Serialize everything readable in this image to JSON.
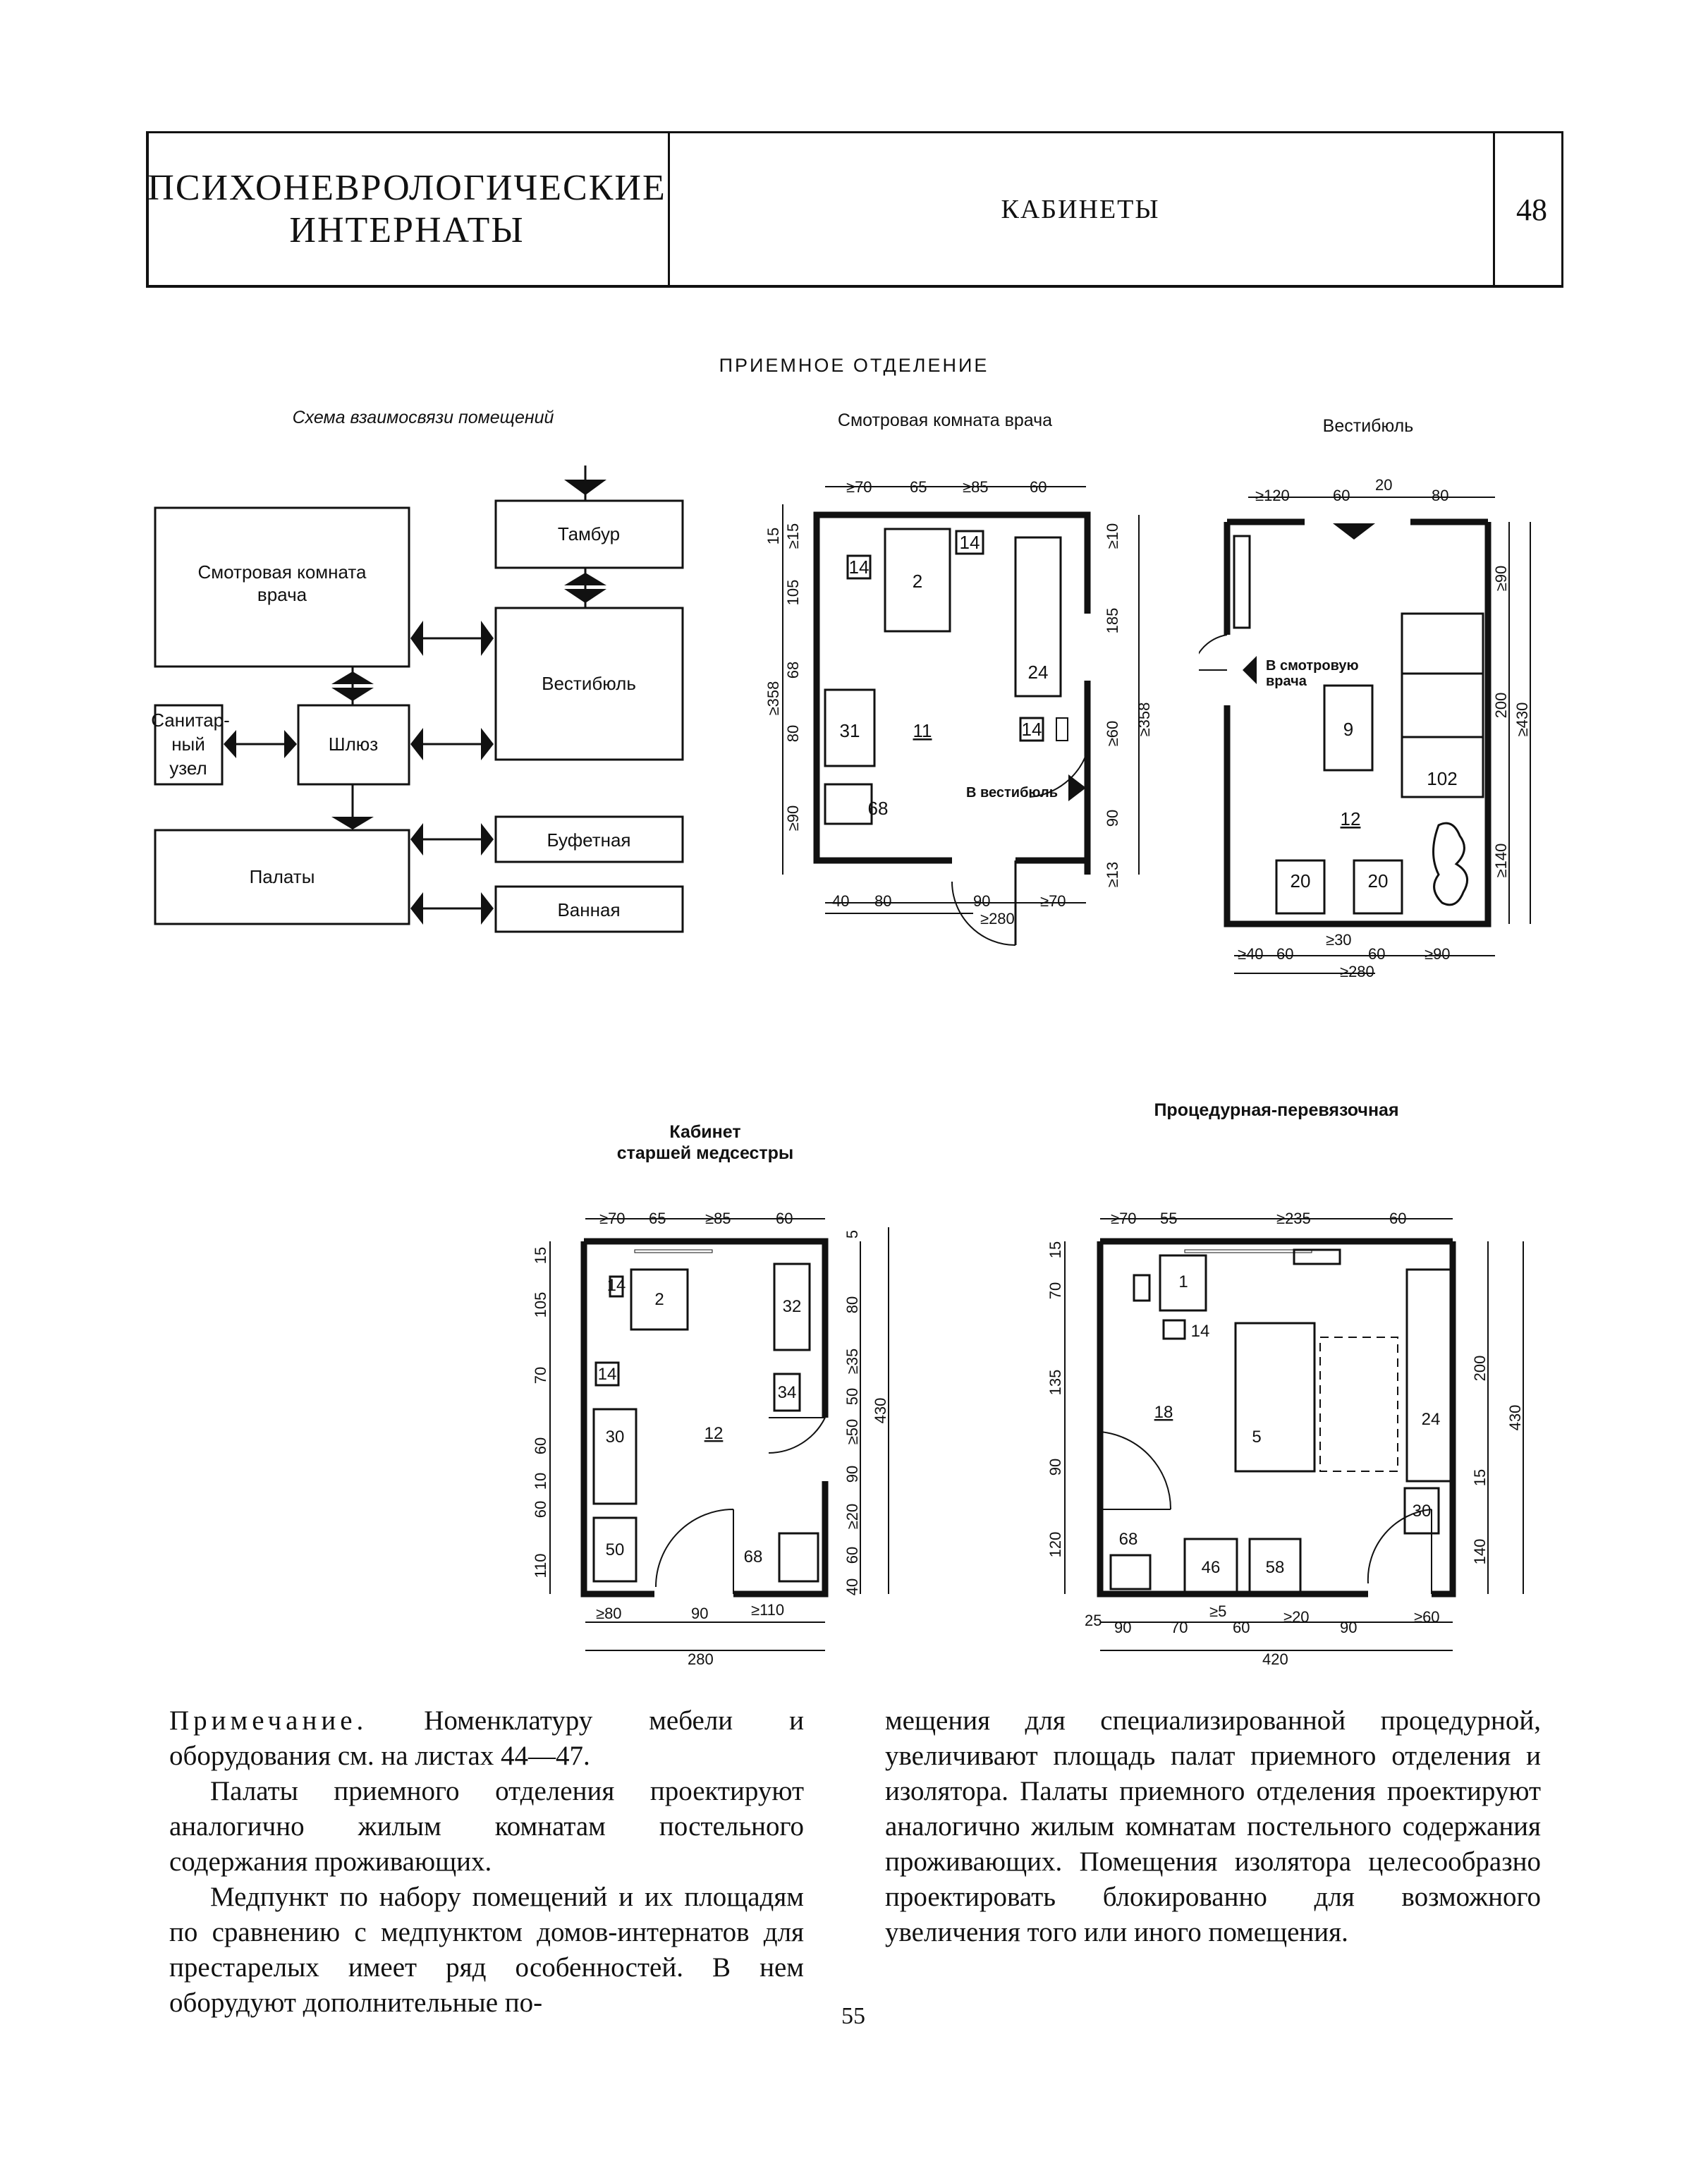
{
  "header": {
    "left_line1": "ПСИХОНЕВРОЛОГИЧЕСКИЕ",
    "left_line2": "ИНТЕРНАТЫ",
    "middle": "КАБИНЕТЫ",
    "sheet_number": "48"
  },
  "section_title": "ПРИЕМНОЕ ОТДЕЛЕНИЕ",
  "scheme": {
    "caption": "Схема взаимосвязи помещений",
    "boxes": {
      "tambur": "Тамбур",
      "exam_room_l1": "Смотровая комната",
      "exam_room_l2": "врача",
      "vestibule": "Вестибюль",
      "sanitary_l1": "Санитар-",
      "sanitary_l2": "ный",
      "sanitary_l3": "узел",
      "airlock": "Шлюз",
      "wards": "Палаты",
      "buffet": "Буфетная",
      "bath": "Ванная"
    }
  },
  "plan_exam": {
    "caption": "Смотровая комната врача",
    "room_number": "11",
    "items": [
      "14",
      "2",
      "14",
      "24",
      "14",
      "31",
      "68"
    ],
    "door_label": "В вестибюль",
    "dims_top": [
      "≥70",
      "65",
      "≥85",
      "60"
    ],
    "dims_left": [
      "15",
      "≥15",
      "105",
      "68",
      "80",
      "≥90",
      "≥358"
    ],
    "dims_right": [
      "≥10",
      "185",
      "≥60",
      "90",
      "≥13",
      "≥358"
    ],
    "dims_bottom": [
      "40",
      "80",
      "90",
      "≥70",
      "≥280"
    ]
  },
  "plan_vestibule": {
    "caption": "Вестибюль",
    "room_number": "12",
    "items": [
      "9",
      "102",
      "20",
      "20"
    ],
    "door_label_l1": "В смотровую",
    "door_label_l2": "врача",
    "dims_top": [
      "≥120",
      "60",
      "20",
      "80"
    ],
    "dims_right": [
      "≥90",
      "200",
      "≥430",
      "≥140"
    ],
    "dims_bottom": [
      "≥40",
      "60",
      "≥30",
      "60",
      "≥90",
      "≥280"
    ]
  },
  "plan_nurse": {
    "caption_l1": "Кабинет",
    "caption_l2": "старшей медсестры",
    "room_number": "12",
    "items": [
      "14",
      "2",
      "32",
      "14",
      "34",
      "30",
      "50",
      "68"
    ],
    "dims_top": [
      "≥70",
      "65",
      "≥85",
      "60"
    ],
    "dims_left": [
      "15",
      "105",
      "70",
      "60",
      "10",
      "60",
      "110"
    ],
    "dims_right": [
      "5",
      "80",
      "≥35",
      "50",
      "≥50",
      "90",
      "≥20",
      "60",
      "40",
      "430"
    ],
    "dims_bottom": [
      "≥80",
      "90",
      "≥110",
      "280"
    ]
  },
  "plan_procedure": {
    "caption": "Процедурная-перевязочная",
    "room_number": "18",
    "items": [
      "1",
      "14",
      "5",
      "24",
      "30",
      "68",
      "46",
      "58"
    ],
    "dims_top": [
      "≥70",
      "55",
      "≥235",
      "60"
    ],
    "dims_left": [
      "15",
      "70",
      "135",
      "90",
      "120"
    ],
    "dims_right": [
      "200",
      "15",
      "430",
      "140"
    ],
    "dims_bottom": [
      "25",
      "90",
      "70",
      "≥5",
      "60",
      "≥20",
      "90",
      "≥60",
      "420"
    ]
  },
  "text": {
    "note_label": "Примечание.",
    "note_body": "Номенклатуру мебели и оборудования см. на листах 44—47.",
    "para1": "Палаты приемного отделения проектируют аналогично жилым комнатам постельного содержания проживающих.",
    "para2": "Медпункт по набору помещений и их площадям по сравнению с медпунктом домов-интернатов для престарелых имеет ряд особенностей. В нем оборудуют дополнительные по-",
    "para3": "мещения для специализированной процедурной, увеличивают площадь палат приемного отделения и изолятора. Палаты приемного отделения проектируют аналогично жилым комнатам постельного содержания проживающих. Помещения изолятора целесообразно проектировать блокированно для возможного увеличения того или иного помещения."
  },
  "page_number": "55"
}
